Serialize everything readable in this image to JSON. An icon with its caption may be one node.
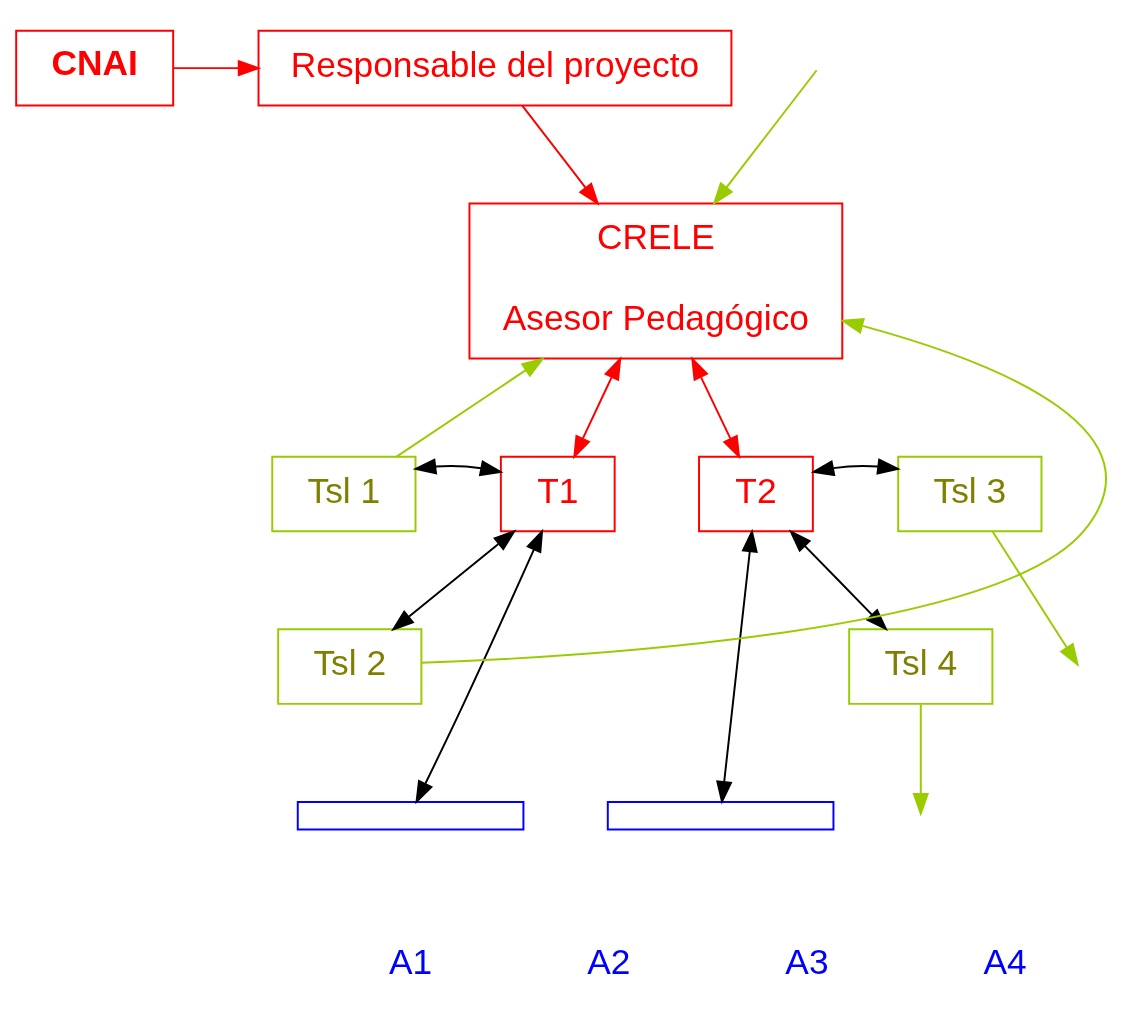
{
  "diagram": {
    "nodes": [
      {
        "text": [
          "CNAI"
        ]
      },
      {
        "text": [
          "Responsable del proyecto"
        ]
      },
      {
        "text": [
          "CRELE",
          "Asesor Pedagógico"
        ]
      },
      {
        "text": [
          "Tsl 1"
        ]
      },
      {
        "text": [
          "T1"
        ]
      },
      {
        "text": [
          "T2"
        ]
      },
      {
        "text": [
          "Tsl 3"
        ]
      },
      {
        "text": [
          "Tsl 2"
        ]
      },
      {
        "text": [
          "Tsl 4"
        ]
      },
      {
        "text": [],
        "shape": "box"
      },
      {
        "text": [],
        "shape": "box"
      }
    ],
    "edges": [
      {
        "from": 0,
        "to": 1,
        "arrow": "to",
        "color": "#ff0000"
      },
      {
        "from": 1,
        "to": 2,
        "arrow": "to",
        "color": "#ff0000"
      },
      {
        "from": 2,
        "to": 4,
        "arrow": "both",
        "color": "#ff0000"
      },
      {
        "from": 2,
        "to": 5,
        "arrow": "both",
        "color": "#ff0000"
      },
      {
        "from": 3,
        "to": 2,
        "arrow": "to",
        "color": "#99cc00"
      },
      {
        "from": 7,
        "to": 2,
        "arrow": "to",
        "color": "#99cc00"
      },
      {
        "from": null,
        "to": 2,
        "arrow": "to",
        "color": "#99cc00"
      },
      {
        "from": 6,
        "to": null,
        "arrow": "to",
        "color": "#99cc00"
      },
      {
        "from": 8,
        "to": null,
        "arrow": "to",
        "color": "#99cc00"
      },
      {
        "from": 3,
        "to": 4,
        "arrow": "both",
        "color": "#000000"
      },
      {
        "from": 7,
        "to": 4,
        "arrow": "both",
        "color": "#000000"
      },
      {
        "from": 5,
        "to": 6,
        "arrow": "both",
        "color": "#000000"
      },
      {
        "from": 5,
        "to": 8,
        "arrow": "both",
        "color": "#000000"
      },
      {
        "from": 4,
        "to": 9,
        "arrow": "both",
        "color": "#000000"
      },
      {
        "from": 5,
        "to": 10,
        "arrow": "both",
        "color": "#000000"
      }
    ],
    "labels": [
      "A1",
      "A2",
      "A3",
      "A4"
    ]
  }
}
